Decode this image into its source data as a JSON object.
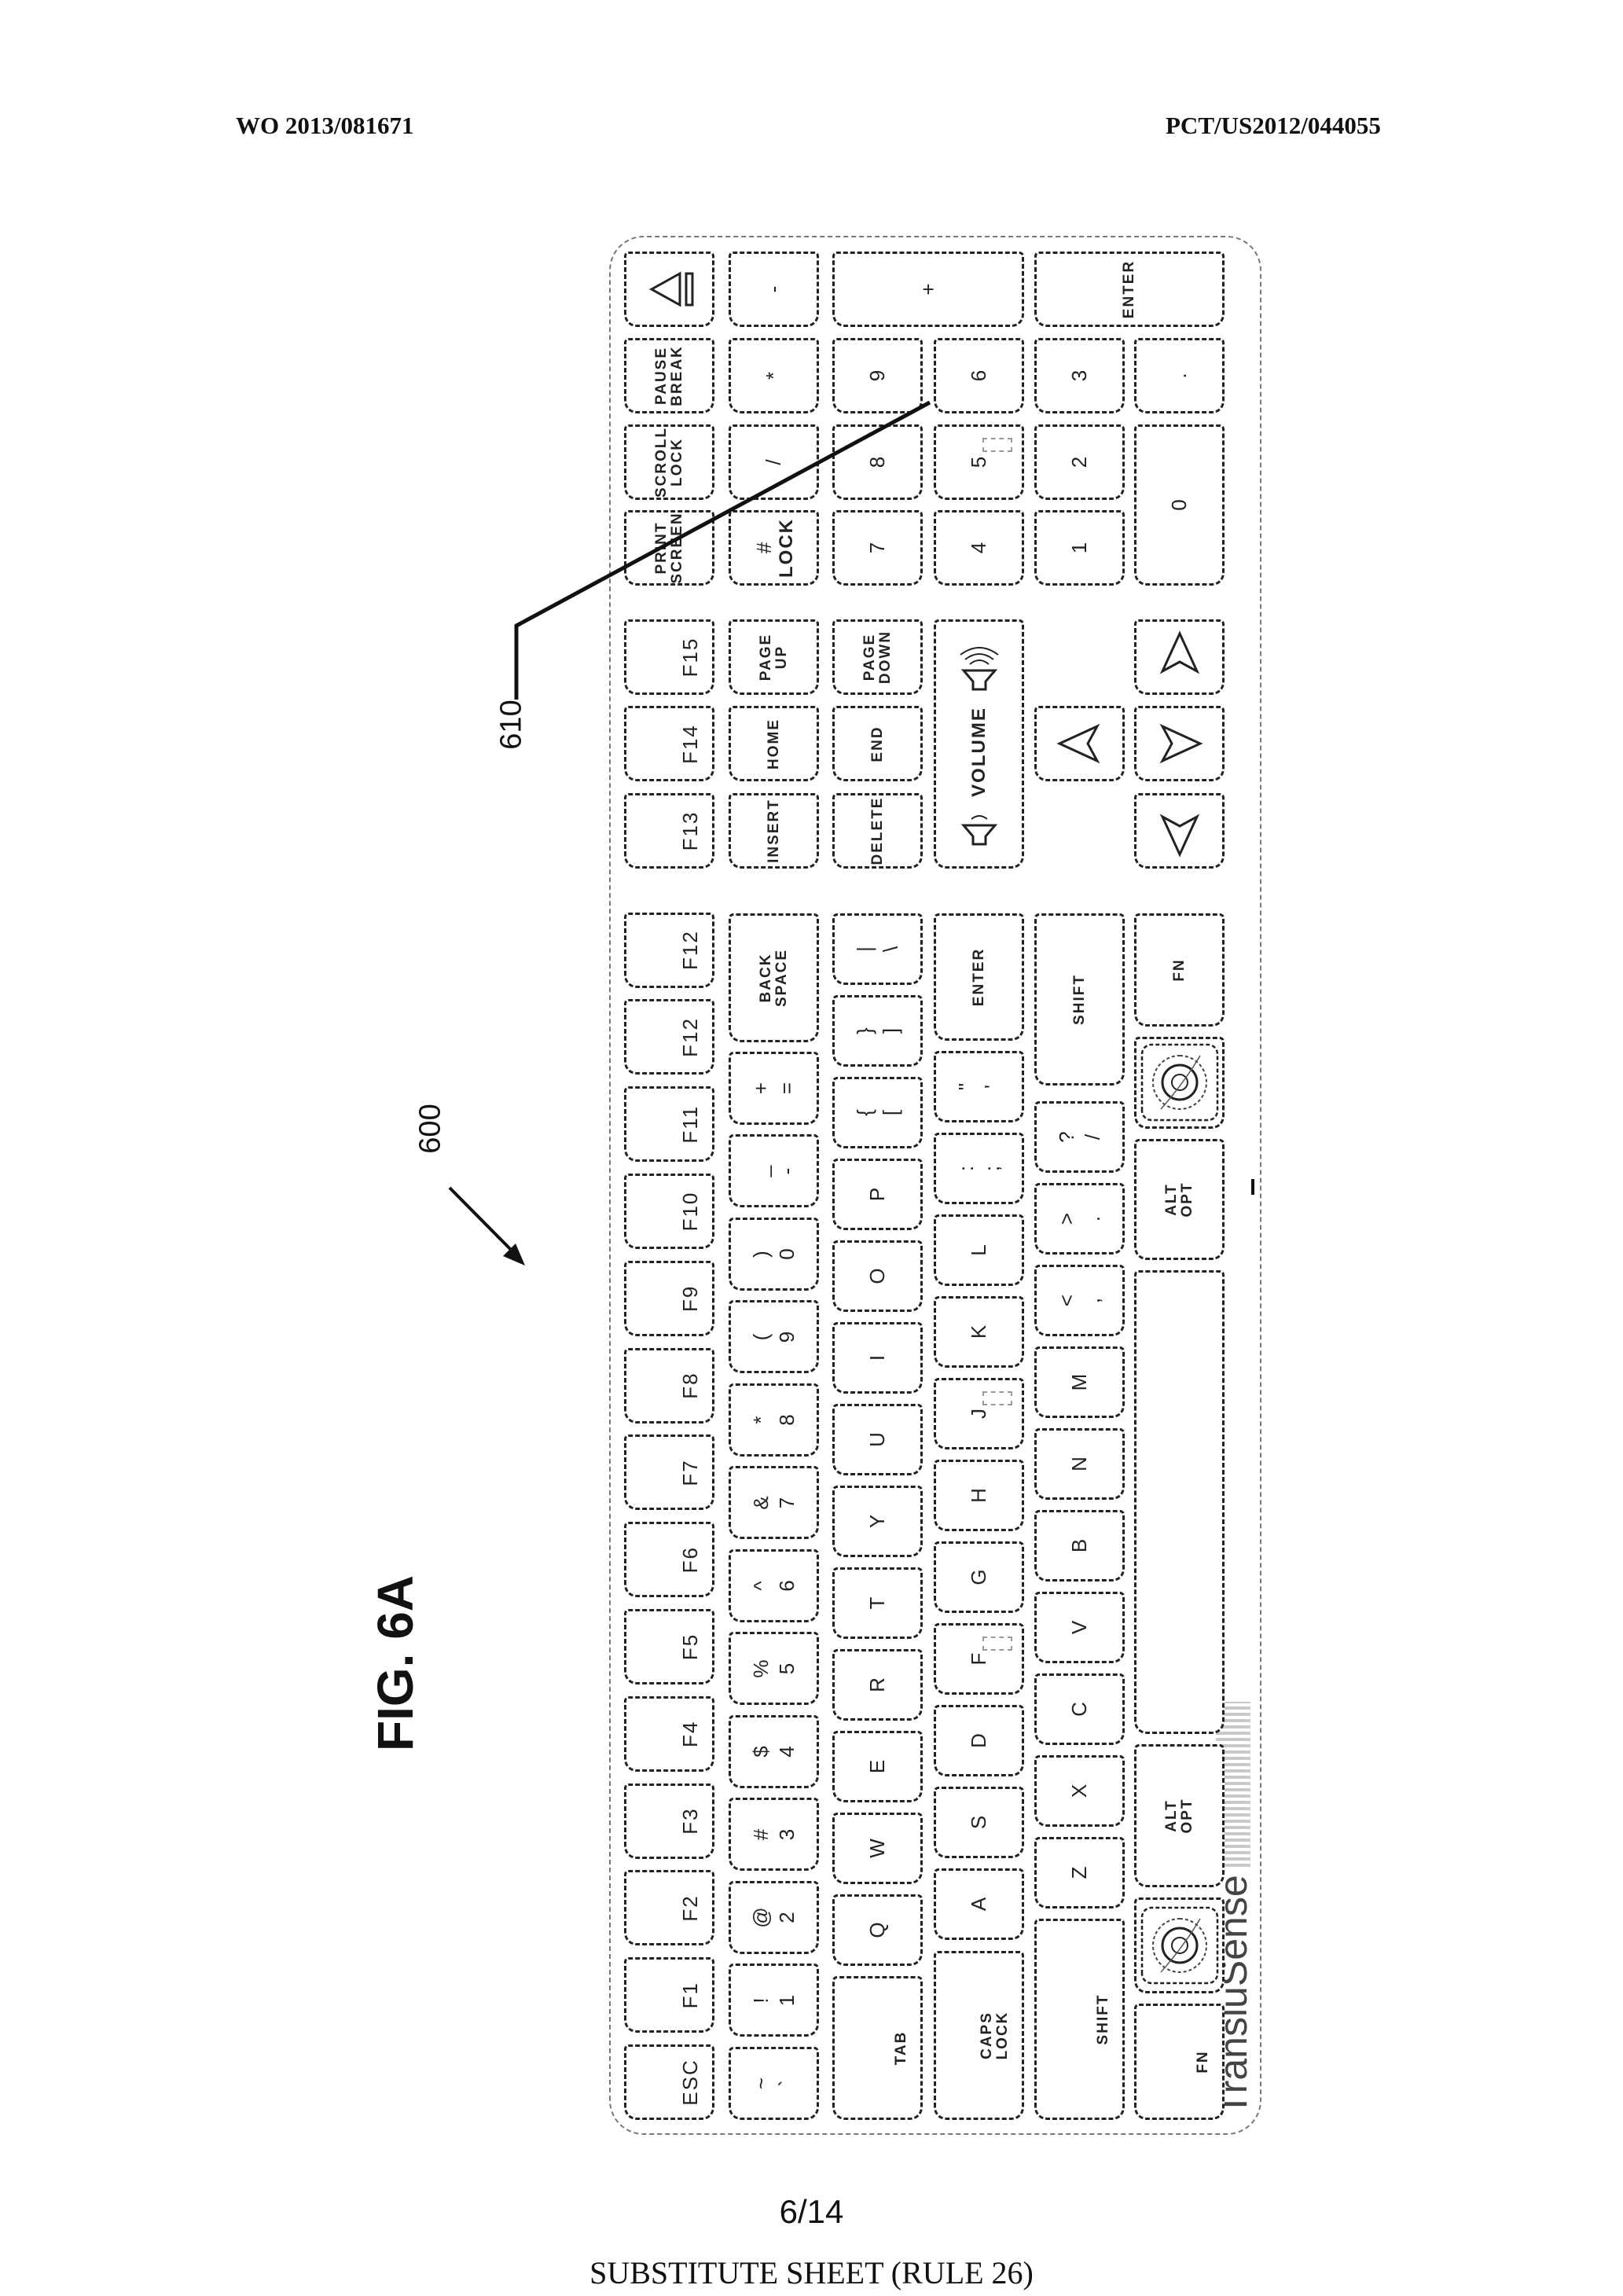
{
  "header": {
    "left": "WO 2013/081671",
    "right": "PCT/US2012/044055"
  },
  "figure": {
    "label": "FIG. 6A",
    "ref_keyboard": "600",
    "ref_key": "610"
  },
  "footer": {
    "page": "6/14",
    "note": "SUBSTITUTE SHEET (RULE 26)"
  },
  "logo": "TransluSense",
  "keyboard": {
    "function_row": [
      "ESC",
      "F1",
      "F2",
      "F3",
      "F4",
      "F5",
      "F6",
      "F7",
      "F8",
      "F9",
      "F10",
      "F11",
      "F12",
      "F12"
    ],
    "nav_function": [
      "F13",
      "F14",
      "F15"
    ],
    "system_keys": [
      "PRINT\nSCREEN",
      "SCROLL\nLOCK",
      "PAUSE\nBREAK"
    ],
    "eject_icon": "eject-icon",
    "number_row": [
      {
        "top": "~",
        "bottom": "`"
      },
      {
        "top": "!",
        "bottom": "1"
      },
      {
        "top": "@",
        "bottom": "2"
      },
      {
        "top": "#",
        "bottom": "3"
      },
      {
        "top": "$",
        "bottom": "4"
      },
      {
        "top": "%",
        "bottom": "5"
      },
      {
        "top": "^",
        "bottom": "6"
      },
      {
        "top": "&",
        "bottom": "7"
      },
      {
        "top": "*",
        "bottom": "8"
      },
      {
        "top": "(",
        "bottom": "9"
      },
      {
        "top": ")",
        "bottom": "0"
      },
      {
        "top": "_",
        "bottom": "-"
      },
      {
        "top": "+",
        "bottom": "="
      }
    ],
    "backspace": "BACK\nSPACE",
    "tab": "TAB",
    "qwerty_row": [
      {
        "label": "Q"
      },
      {
        "label": "W"
      },
      {
        "label": "E"
      },
      {
        "label": "R"
      },
      {
        "label": "T"
      },
      {
        "label": "Y"
      },
      {
        "label": "U"
      },
      {
        "label": "I"
      },
      {
        "label": "O"
      },
      {
        "label": "P"
      },
      {
        "top": "{",
        "bottom": "["
      },
      {
        "top": "}",
        "bottom": "]"
      },
      {
        "top": "|",
        "bottom": "\\"
      }
    ],
    "caps_lock": "CAPS\nLOCK",
    "home_row": [
      {
        "label": "A"
      },
      {
        "label": "S"
      },
      {
        "label": "D"
      },
      {
        "label": "F"
      },
      {
        "label": "G"
      },
      {
        "label": "H"
      },
      {
        "label": "J"
      },
      {
        "label": "K"
      },
      {
        "label": "L"
      },
      {
        "top": ":",
        "bottom": ";"
      },
      {
        "top": "\"",
        "bottom": "'"
      }
    ],
    "enter": "ENTER",
    "shift_left": "SHIFT",
    "bottom_letters": [
      {
        "label": "Z"
      },
      {
        "label": "X"
      },
      {
        "label": "C"
      },
      {
        "label": "V"
      },
      {
        "label": "B"
      },
      {
        "label": "N"
      },
      {
        "label": "M"
      },
      {
        "top": "<",
        "bottom": ","
      },
      {
        "top": ">",
        "bottom": "."
      },
      {
        "top": "?",
        "bottom": "/"
      }
    ],
    "shift_right": "SHIFT",
    "fn_left": "FN",
    "alt_left": "ALT\nOPT",
    "space": "",
    "alt_right": "ALT\nOPT",
    "fn_right": "FN",
    "nav_keys": [
      "INSERT",
      "HOME",
      "PAGE\nUP",
      "DELETE",
      "END",
      "PAGE\nDOWN"
    ],
    "volume": "VOLUME",
    "arrows": [
      "up",
      "left",
      "down",
      "right"
    ],
    "numpad": {
      "num_lock": {
        "top": "#",
        "bottom": "LOCK"
      },
      "divide": "/",
      "multiply": "*",
      "minus": "-",
      "seven": "7",
      "eight": "8",
      "nine": "9",
      "plus": "+",
      "four": "4",
      "five": "5",
      "six": "6",
      "one": "1",
      "two": "2",
      "three": "3",
      "enter": "ENTER",
      "zero": "0",
      "decimal": "."
    }
  }
}
